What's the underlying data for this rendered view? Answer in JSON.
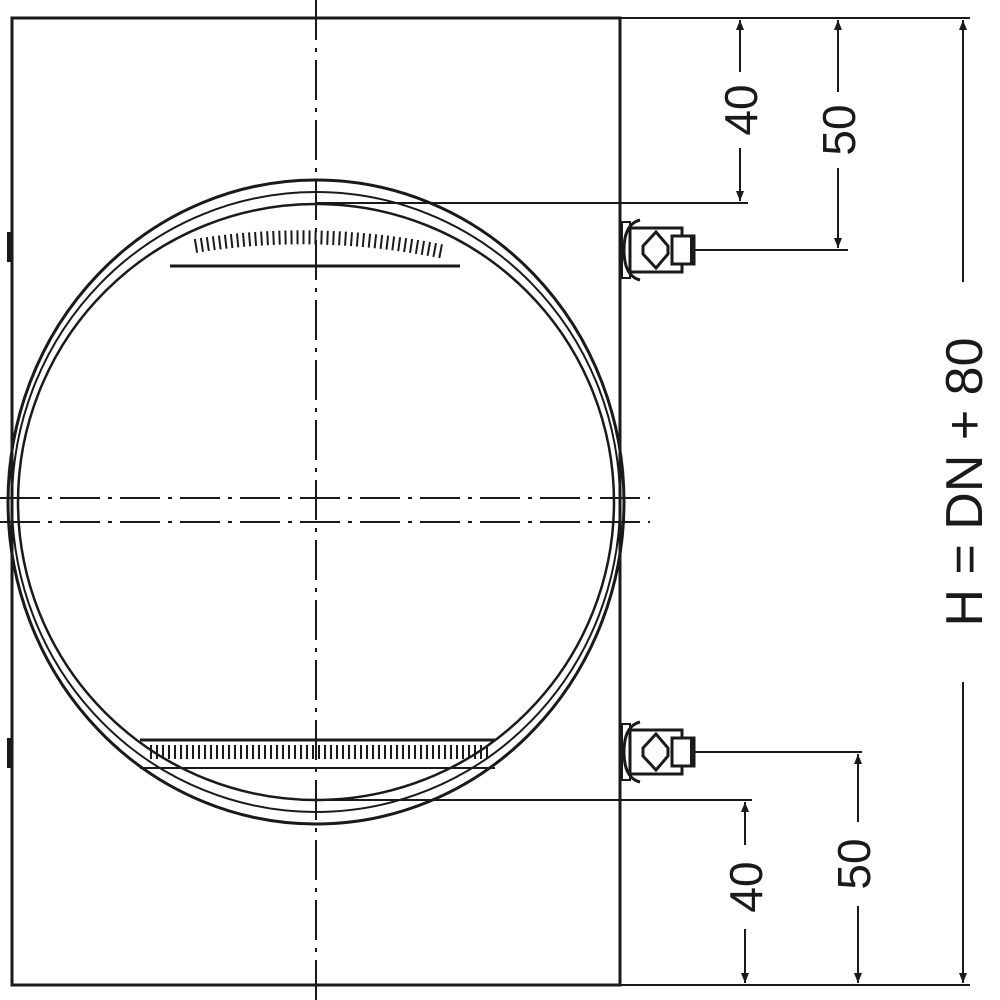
{
  "dimensions": {
    "top_inner": "40",
    "top_outer": "50",
    "bottom_inner": "40",
    "bottom_outer": "50",
    "height_formula": "H = DN + 80"
  },
  "colors": {
    "line": "#1a1a1a",
    "background": "#ffffff"
  }
}
